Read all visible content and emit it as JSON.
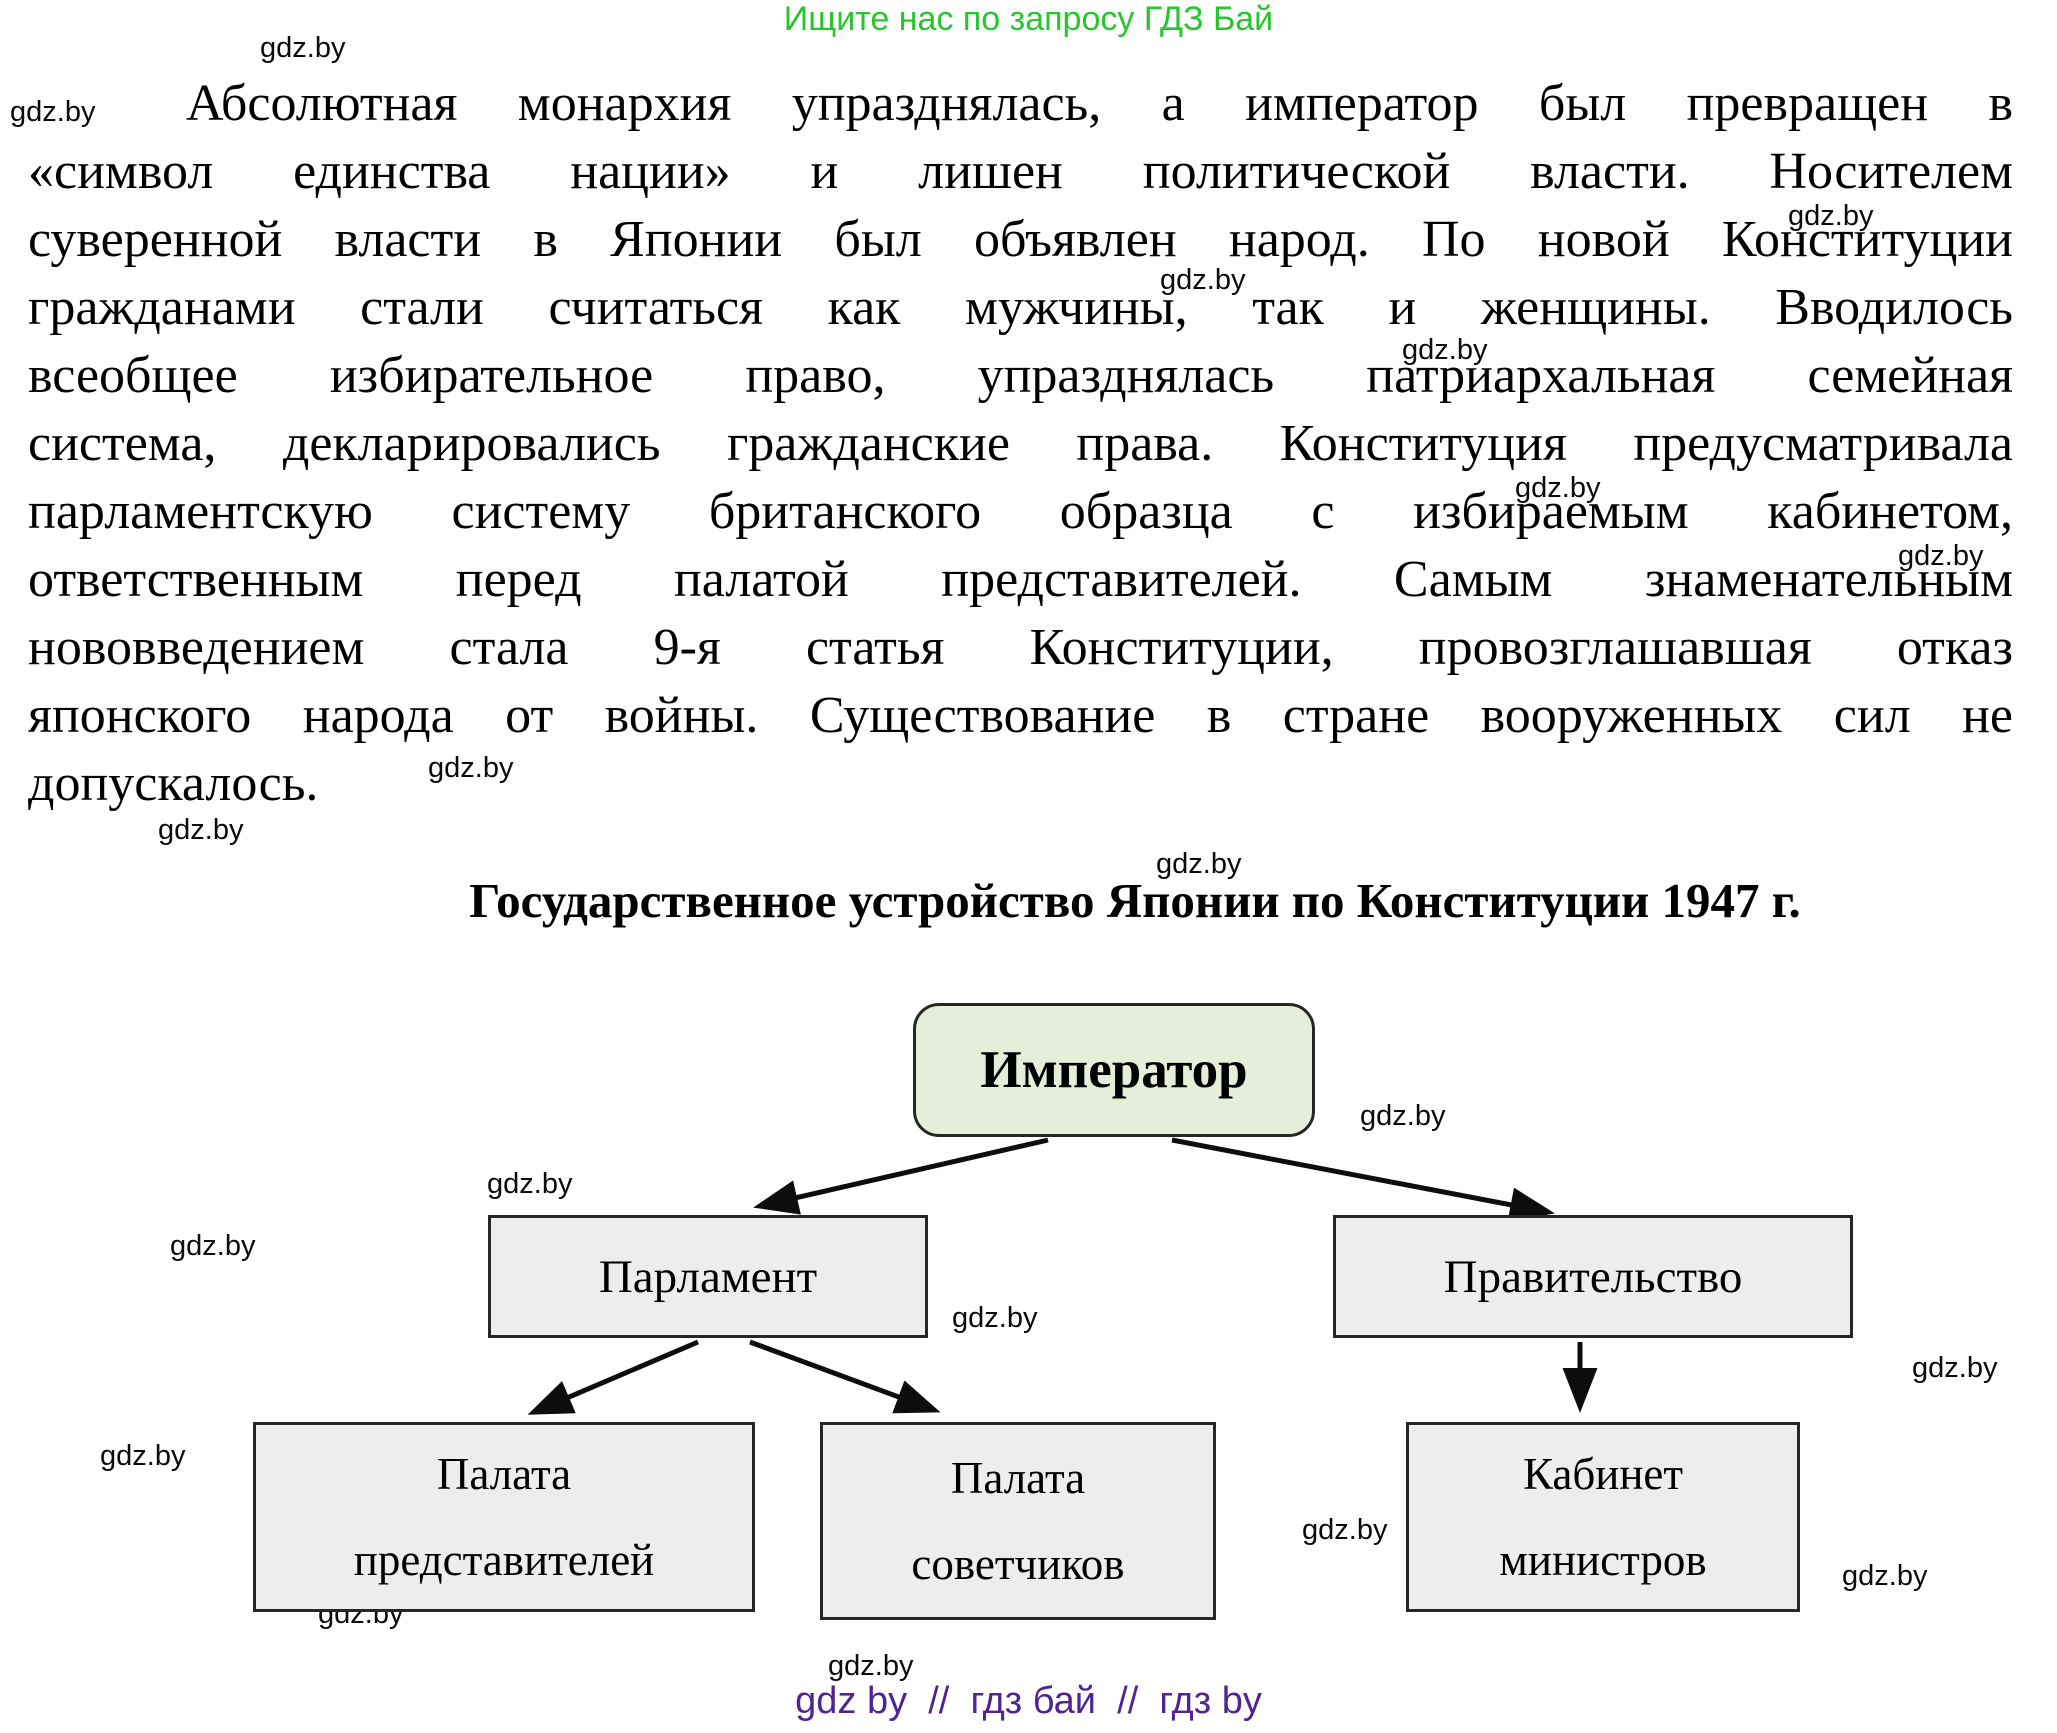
{
  "header": {
    "promo_text": "Ищите нас по запросу ГДЗ Бай",
    "promo_color": "#28c52d"
  },
  "watermark": {
    "label": "gdz.by"
  },
  "paragraph": {
    "lines": [
      "Абсолютная монархия упразднялась, а император был превращен в",
      "«символ единства нации» и лишен политической власти. Носителем",
      "суверенной власти в Японии был объявлен народ. По новой Конституции",
      "гражданами стали считаться как мужчины, так и женщины. Вводилось",
      "всеобщее избирательное право, упразднялась патриархальная семейная",
      "система, декларировались гражданские права. Конституция предусматривала",
      "парламентскую систему британского образца с избираемым кабинетом,",
      "ответственным перед палатой представителей. Самым знаменательным",
      "нововведением стала 9-я статья Конституции, провозглашавшая отказ",
      "японского народа от войны. Существование в стране вооруженных сил не",
      "допускалось."
    ]
  },
  "diagram": {
    "title": "Государственное устройство Японии по Конституции 1947 г.",
    "emperor_fill": "#e5eed9",
    "box_fill": "#ededed",
    "nodes": {
      "emperor": {
        "lines": [
          "Император"
        ]
      },
      "parliament": {
        "lines": [
          "Парламент"
        ]
      },
      "government": {
        "lines": [
          "Правительство"
        ]
      },
      "house_representatives": {
        "lines": [
          "Палата",
          "представителей"
        ]
      },
      "house_councillors": {
        "lines": [
          "Палата",
          "советчиков"
        ]
      },
      "cabinet": {
        "lines": [
          "Кабинет",
          "министров"
        ]
      }
    }
  },
  "footer": {
    "text": "gdz by  //  гдз бай  //  гдз by",
    "color": "#4e2591"
  }
}
